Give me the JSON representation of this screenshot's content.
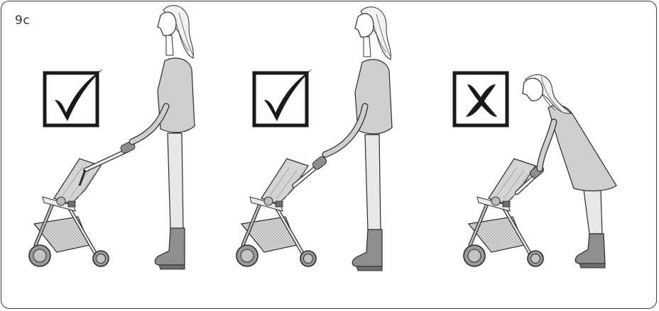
{
  "step": {
    "label": "9c"
  },
  "panels": [
    {
      "marker": "checkmark",
      "correct": true
    },
    {
      "marker": "checkmark",
      "correct": true
    },
    {
      "marker": "cross",
      "correct": false
    }
  ],
  "colors": {
    "outline": "#2b2b2b",
    "frame": "#3c3c3c",
    "clothing": "#cfcfcf",
    "legs": "#e8e8e8",
    "boots": "#8e8e8e",
    "stroller_seat": "#d4d4d4",
    "wheel": "#9a9a9a",
    "basket": "#dcdcdc"
  },
  "icons": [
    "checkmark-icon",
    "checkmark-icon",
    "cross-icon",
    "woman-figure",
    "stroller-figure"
  ]
}
